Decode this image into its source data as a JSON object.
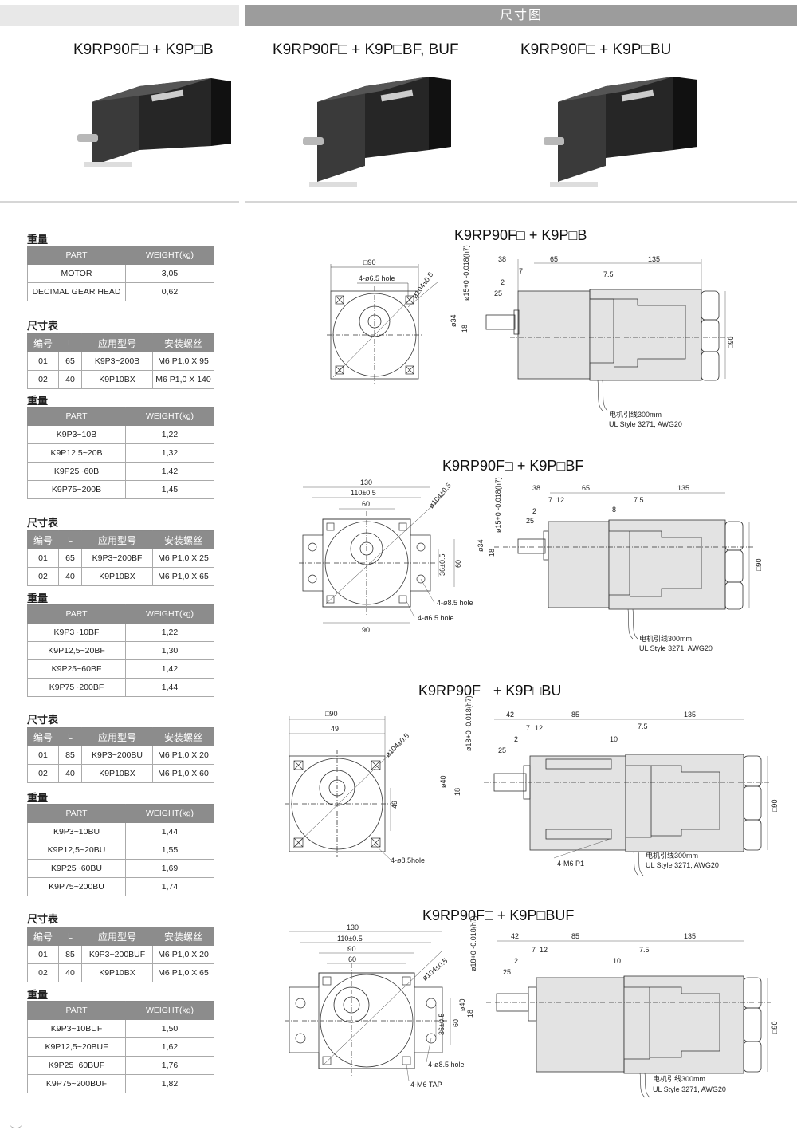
{
  "header": {
    "title": "尺寸图"
  },
  "models": [
    "K9RP90F□ + K9P□B",
    "K9RP90F□ + K9P□BF, BUF",
    "K9RP90F□ + K9P□BU"
  ],
  "motor_weight": {
    "title": "重量",
    "headers": [
      "PART",
      "WEIGHT(kg)"
    ],
    "rows": [
      [
        "MOTOR",
        "3,05"
      ],
      [
        "DECIMAL GEAR HEAD",
        "0,62"
      ]
    ]
  },
  "sections": [
    {
      "drawing_title": "K9RP90F□ + K9P□B",
      "dims_title": "尺寸表",
      "dims_headers": [
        "编号",
        "L",
        "应用型号",
        "安装螺丝"
      ],
      "dims_rows": [
        [
          "01",
          "65",
          "K9P3~200B",
          "M6 P1,0 X 95"
        ],
        [
          "02",
          "40",
          "K9P10BX",
          "M6 P1,0 X 140"
        ]
      ],
      "weight_title": "重量",
      "weight_headers": [
        "PART",
        "WEIGHT(kg)"
      ],
      "weight_rows": [
        [
          "K9P3~10B",
          "1,22"
        ],
        [
          "K9P12,5~20B",
          "1,32"
        ],
        [
          "K9P25~60B",
          "1,42"
        ],
        [
          "K9P75~200B",
          "1,45"
        ]
      ],
      "front": {
        "sq": "□90",
        "hole": "4-ø6.5 hole",
        "pcd": "ø104±0.5"
      },
      "side": {
        "d1": "38",
        "d2": "65",
        "d3": "135",
        "d4": "7",
        "d5": "2",
        "d6": "25",
        "d7": "7.5",
        "shaft": "ø15+0 -0.018(h7)",
        "dia": "ø34",
        "h": "18",
        "sq": "□90",
        "lead1": "电机引线300mm",
        "lead2": "UL Style 3271, AWG20"
      }
    },
    {
      "drawing_title": "K9RP90F□ + K9P□BF",
      "dims_title": "尺寸表",
      "dims_headers": [
        "编号",
        "L",
        "应用型号",
        "安装螺丝"
      ],
      "dims_rows": [
        [
          "01",
          "65",
          "K9P3~200BF",
          "M6 P1,0 X 25"
        ],
        [
          "02",
          "40",
          "K9P10BX",
          "M6 P1,0 X 65"
        ]
      ],
      "weight_title": "重量",
      "weight_headers": [
        "PART",
        "WEIGHT(kg)"
      ],
      "weight_rows": [
        [
          "K9P3~10BF",
          "1,22"
        ],
        [
          "K9P12,5~20BF",
          "1,30"
        ],
        [
          "K9P25~60BF",
          "1,42"
        ],
        [
          "K9P75~200BF",
          "1,44"
        ]
      ],
      "front": {
        "w1": "130",
        "w2": "110±0.5",
        "w3": "60",
        "w4": "90",
        "h1": "36±0.5",
        "h2": "60",
        "hole1": "4-ø8.5 hole",
        "hole2": "4-ø6.5 hole",
        "pcd": "ø104±0.5"
      },
      "side": {
        "d1": "38",
        "d2": "65",
        "d3": "135",
        "d4": "7",
        "d4b": "12",
        "d5": "2",
        "d6": "25",
        "d7": "7.5",
        "d8": "8",
        "shaft": "ø15+0 -0.018(h7)",
        "dia": "ø34",
        "h": "18",
        "sq": "□90",
        "lead1": "电机引线300mm",
        "lead2": "UL Style 3271, AWG20"
      }
    },
    {
      "drawing_title": "K9RP90F□ + K9P□BU",
      "dims_title": "尺寸表",
      "dims_headers": [
        "编号",
        "L",
        "应用型号",
        "安装螺丝"
      ],
      "dims_rows": [
        [
          "01",
          "85",
          "K9P3~200BU",
          "M6 P1,0 X 20"
        ],
        [
          "02",
          "40",
          "K9P10BX",
          "M6 P1,0 X 60"
        ]
      ],
      "weight_title": "重量",
      "weight_headers": [
        "PART",
        "WEIGHT(kg)"
      ],
      "weight_rows": [
        [
          "K9P3~10BU",
          "1,44"
        ],
        [
          "K9P12,5~20BU",
          "1,55"
        ],
        [
          "K9P25~60BU",
          "1,69"
        ],
        [
          "K9P75~200BU",
          "1,74"
        ]
      ],
      "front": {
        "sq": "□90",
        "w1": "49",
        "h1": "49",
        "hole": "4-ø8.5hole",
        "pcd": "ø104±0.5"
      },
      "side": {
        "d1": "42",
        "d2": "85",
        "d3": "135",
        "d4": "7",
        "d4b": "12",
        "d5": "2",
        "d6": "25",
        "d7": "7.5",
        "d8": "10",
        "shaft": "ø18+0 -0.018(h7)",
        "dia": "ø40",
        "h": "18",
        "sq": "□90",
        "tap": "4-M6 P1",
        "lead1": "电机引线300mm",
        "lead2": "UL Style 3271, AWG20"
      }
    },
    {
      "drawing_title": "K9RP90F□ + K9P□BUF",
      "dims_title": "尺寸表",
      "dims_headers": [
        "编号",
        "L",
        "应用型号",
        "安装螺丝"
      ],
      "dims_rows": [
        [
          "01",
          "85",
          "K9P3~200BUF",
          "M6 P1,0 X 20"
        ],
        [
          "02",
          "40",
          "K9P10BX",
          "M6 P1,0 X 65"
        ]
      ],
      "weight_title": "重量",
      "weight_headers": [
        "PART",
        "WEIGHT(kg)"
      ],
      "weight_rows": [
        [
          "K9P3~10BUF",
          "1,50"
        ],
        [
          "K9P12,5~20BUF",
          "1,62"
        ],
        [
          "K9P25~60BUF",
          "1,76"
        ],
        [
          "K9P75~200BUF",
          "1,82"
        ]
      ],
      "front": {
        "w1": "130",
        "w2": "110±0.5",
        "w3": "□90",
        "w4": "60",
        "h1": "36±0.5",
        "h2": "60",
        "hole1": "4-ø8.5 hole",
        "tap": "4-M6 TAP",
        "pcd": "ø104±0.5"
      },
      "side": {
        "d1": "42",
        "d2": "85",
        "d3": "135",
        "d4": "7",
        "d4b": "12",
        "d5": "2",
        "d6": "25",
        "d7": "7.5",
        "d8": "10",
        "shaft": "ø18+0 -0.018(h7)",
        "dia": "ø40",
        "h": "18",
        "sq": "□90",
        "lead1": "电机引线300mm",
        "lead2": "UL Style 3271, AWG20"
      }
    }
  ]
}
